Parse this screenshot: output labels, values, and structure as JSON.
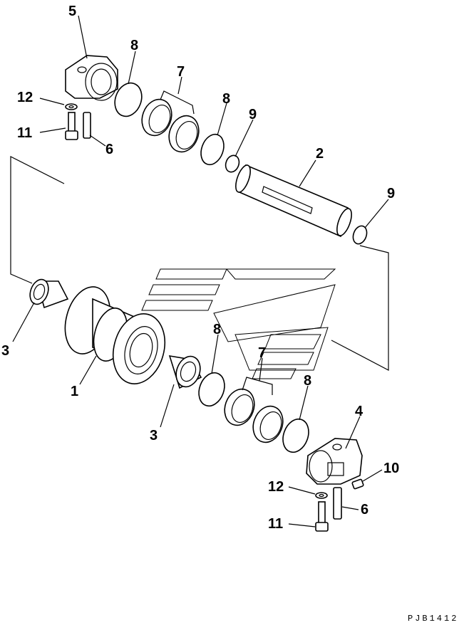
{
  "diagram": {
    "callouts": [
      {
        "id": "c5",
        "text": "5"
      },
      {
        "id": "c8a",
        "text": "8"
      },
      {
        "id": "c7a",
        "text": "7"
      },
      {
        "id": "c12a",
        "text": "12"
      },
      {
        "id": "c11a",
        "text": "11"
      },
      {
        "id": "c6a",
        "text": "6"
      },
      {
        "id": "c8b",
        "text": "8"
      },
      {
        "id": "c9a",
        "text": "9"
      },
      {
        "id": "c2",
        "text": "2"
      },
      {
        "id": "c9b",
        "text": "9"
      },
      {
        "id": "c3a",
        "text": "3"
      },
      {
        "id": "c1",
        "text": "1"
      },
      {
        "id": "c8c",
        "text": "8"
      },
      {
        "id": "c7b",
        "text": "7"
      },
      {
        "id": "c3b",
        "text": "3"
      },
      {
        "id": "c8d",
        "text": "8"
      },
      {
        "id": "c4",
        "text": "4"
      },
      {
        "id": "c10",
        "text": "10"
      },
      {
        "id": "c12b",
        "text": "12"
      },
      {
        "id": "c6b",
        "text": "6"
      },
      {
        "id": "c11b",
        "text": "11"
      }
    ],
    "figure_code": "PJB1412"
  }
}
